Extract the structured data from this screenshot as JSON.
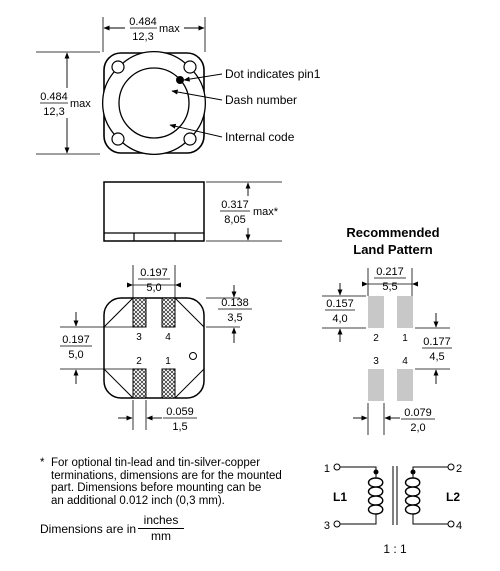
{
  "top_view": {
    "width_in": "0.484",
    "width_mm": "12,3",
    "width_suffix": "max",
    "height_in": "0.484",
    "height_mm": "12,3",
    "height_suffix": "max",
    "callouts": [
      "Dot indicates pin1",
      "Dash number",
      "Internal code"
    ]
  },
  "side_view": {
    "height_in": "0.317",
    "height_mm": "8,05",
    "height_suffix": "max*"
  },
  "bottom_view": {
    "pad_span_in": "0.197",
    "pad_span_mm": "5,0",
    "pad_offset_in": "0.138",
    "pad_offset_mm": "3,5",
    "vertical_in": "0.197",
    "vertical_mm": "5,0",
    "pad_width_in": "0.059",
    "pad_width_mm": "1,5",
    "pin_labels": [
      "3",
      "4",
      "2",
      "1"
    ]
  },
  "land_pattern": {
    "title_line1": "Recommended",
    "title_line2": "Land Pattern",
    "span_in": "0.217",
    "span_mm": "5,5",
    "pad_len_in": "0.157",
    "pad_len_mm": "4,0",
    "gap_in": "0.177",
    "gap_mm": "4,5",
    "pad_width_in": "0.079",
    "pad_width_mm": "2,0",
    "pin_labels": [
      "2",
      "1",
      "3",
      "4"
    ]
  },
  "schematic": {
    "pins": [
      "1",
      "2",
      "3",
      "4"
    ],
    "l1": "L1",
    "l2": "L2",
    "ratio": "1 : 1"
  },
  "footnote": {
    "star": "*",
    "lines": [
      "For optional tin-lead and tin-silver-copper",
      "terminations, dimensions are for the mounted",
      "part. Dimensions before mounting can be",
      "an additional 0.012 inch (0,3 mm)."
    ]
  },
  "units_note": {
    "prefix": "Dimensions are in",
    "numerator": "inches",
    "denominator": "mm"
  }
}
